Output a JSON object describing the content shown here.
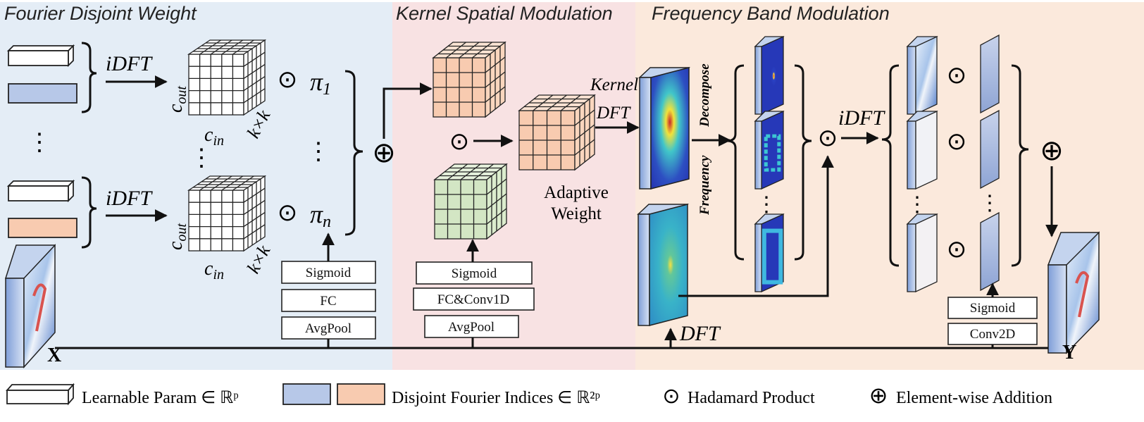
{
  "sections": {
    "fdw": "Fourier Disjoint Weight",
    "ksm": "Kernel Spatial Modulation",
    "fbm": "Frequency Band Modulation"
  },
  "colors": {
    "fdw_bg": "#e4edf6",
    "ksm_bg": "#f8e2e3",
    "fbm_bg": "#fbe9dc",
    "blue_param": "#b7c8e8",
    "orange_param": "#f8cbb0",
    "green_kernel": "#d3e6c4"
  },
  "labels": {
    "idft": "iDFT",
    "dft": "DFT",
    "kernel": "Kernel",
    "cout": "c",
    "cout_sub": "out",
    "cin": "c",
    "cin_sub": "in",
    "kxk": "k×k",
    "pi": "π",
    "pi_1_sub": "1",
    "pi_n_sub": "n",
    "adaptive": "Adaptive",
    "weight": "Weight",
    "frequency": "Frequency",
    "decompose": "Decompose",
    "x": "X",
    "y": "Y",
    "hadamard": "⊙",
    "plus": "⊕",
    "dots_v": "⋮"
  },
  "ops": {
    "fdw": [
      "Sigmoid",
      "FC",
      "AvgPool"
    ],
    "ksm": [
      "Sigmoid",
      "FC&Conv1D",
      "AvgPool"
    ],
    "fbm": [
      "Sigmoid",
      "Conv2D"
    ]
  },
  "legend": {
    "learnable": "Learnable Param ∈ ℝᵖ",
    "disjoint": "Disjoint Fourier Indices ∈ ℝ²ᵖ",
    "hadamard": "Hadamard Product",
    "addition": "Element-wise Addition"
  }
}
